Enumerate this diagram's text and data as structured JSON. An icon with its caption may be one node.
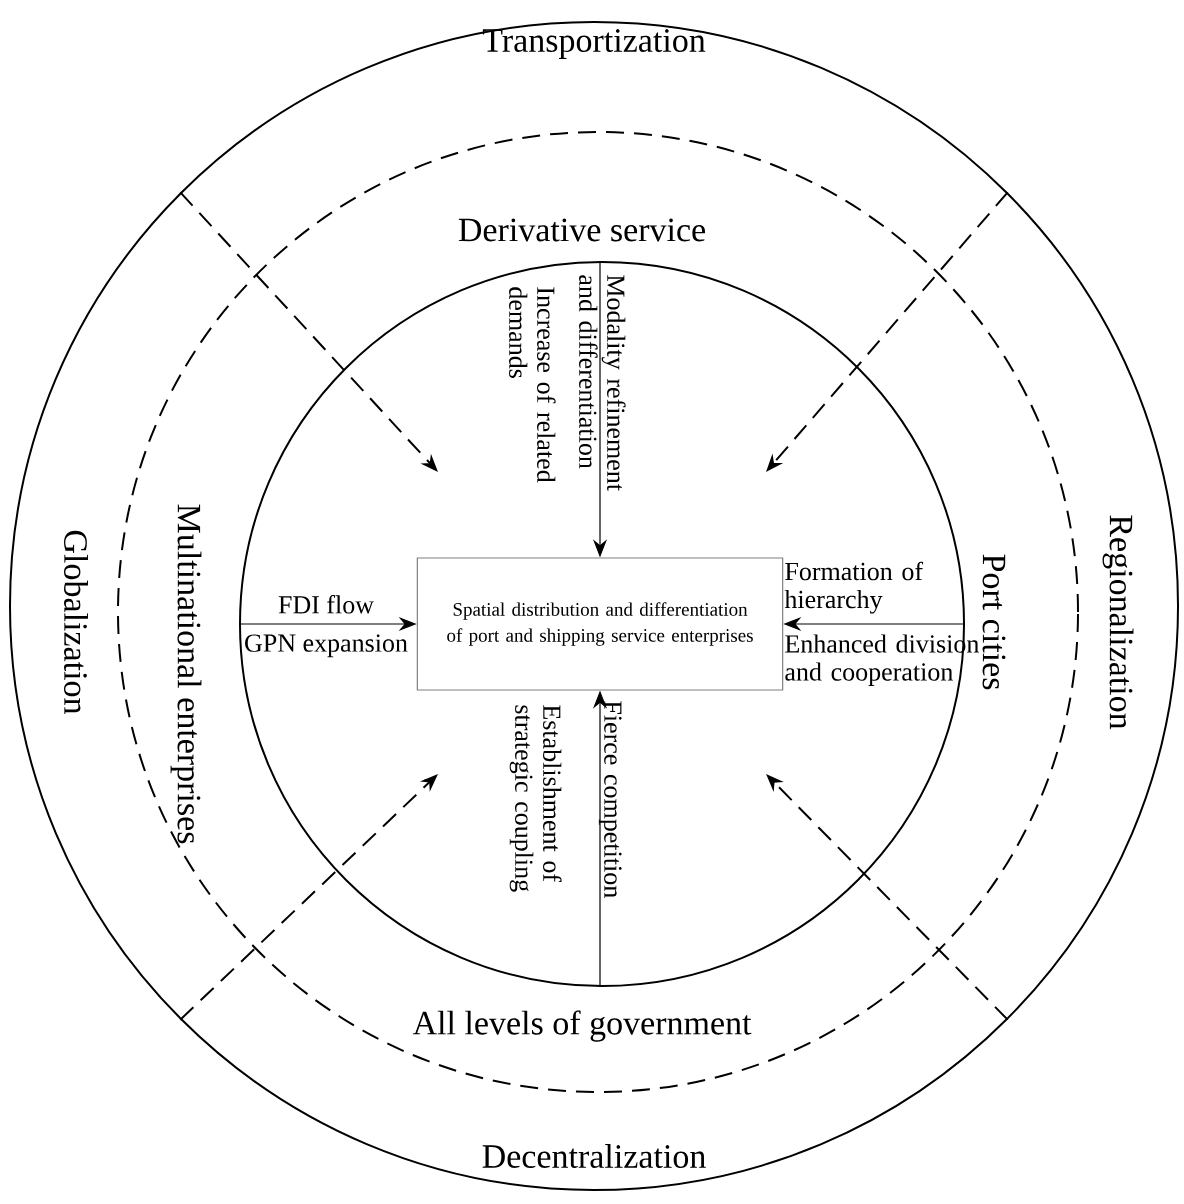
{
  "diagram": {
    "nodes": [
      {
        "text": [
          "Transportization",
          "Globalization",
          "Regionalization",
          "Decentralization"
        ]
      },
      {
        "text": [
          "Derivative service",
          "Multinational enterprises",
          "Port cities",
          "All levels of government"
        ],
        "in": 0
      },
      {
        "text": [],
        "shape": "circle",
        "in": 1
      },
      {
        "text": [
          "Spatial distribution and differentiation of port and shipping service enterprises"
        ],
        "in": 2
      }
    ],
    "edges": [
      {
        "from": 2,
        "to": 3,
        "arrow": "to",
        "label": "Modality refinement and differentiation"
      },
      {
        "from": 2,
        "to": 3,
        "arrow": "to",
        "label": "FDI flow"
      },
      {
        "from": 2,
        "to": 3,
        "arrow": "to",
        "label": "Formation of hierarchy"
      },
      {
        "from": 2,
        "to": 3,
        "arrow": "to",
        "label": "Fierce competition"
      },
      {
        "from": 0,
        "to": null,
        "arrow": "to",
        "style": "dashed"
      },
      {
        "from": 0,
        "to": null,
        "arrow": "to",
        "style": "dashed"
      },
      {
        "from": 0,
        "to": null,
        "arrow": "to",
        "style": "dashed"
      },
      {
        "from": 0,
        "to": null,
        "arrow": "to",
        "style": "dashed"
      }
    ],
    "labels": [
      "Increase of related demands",
      "GPN expansion",
      "Enhanced division and cooperation",
      "Establishment of strategic coupling"
    ]
  }
}
